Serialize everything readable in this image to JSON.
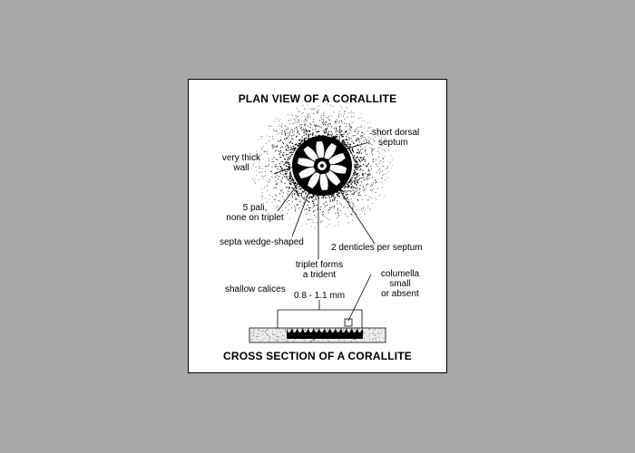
{
  "titles": {
    "plan_view": "PLAN VIEW OF A CORALLITE",
    "cross_section": "CROSS SECTION OF A CORALLITE"
  },
  "labels": {
    "short_dorsal_septum": [
      "short dorsal",
      "septum"
    ],
    "very_thick_wall": [
      "very thick",
      "wall"
    ],
    "five_pali": [
      "5 pali,",
      "none on triplet"
    ],
    "septa_wedge_shaped": "septa wedge-shaped",
    "two_denticles": "2 denticles per septum",
    "triplet_trident": [
      "triplet forms",
      "a trident"
    ],
    "columella": [
      "columella",
      "small",
      "or absent"
    ],
    "shallow_calices": "shallow calices",
    "diameter_range": "0.8 - 1.1 mm"
  },
  "colors": {
    "background": "#a8a8a8",
    "panel": "#ffffff",
    "ink": "#000000"
  }
}
